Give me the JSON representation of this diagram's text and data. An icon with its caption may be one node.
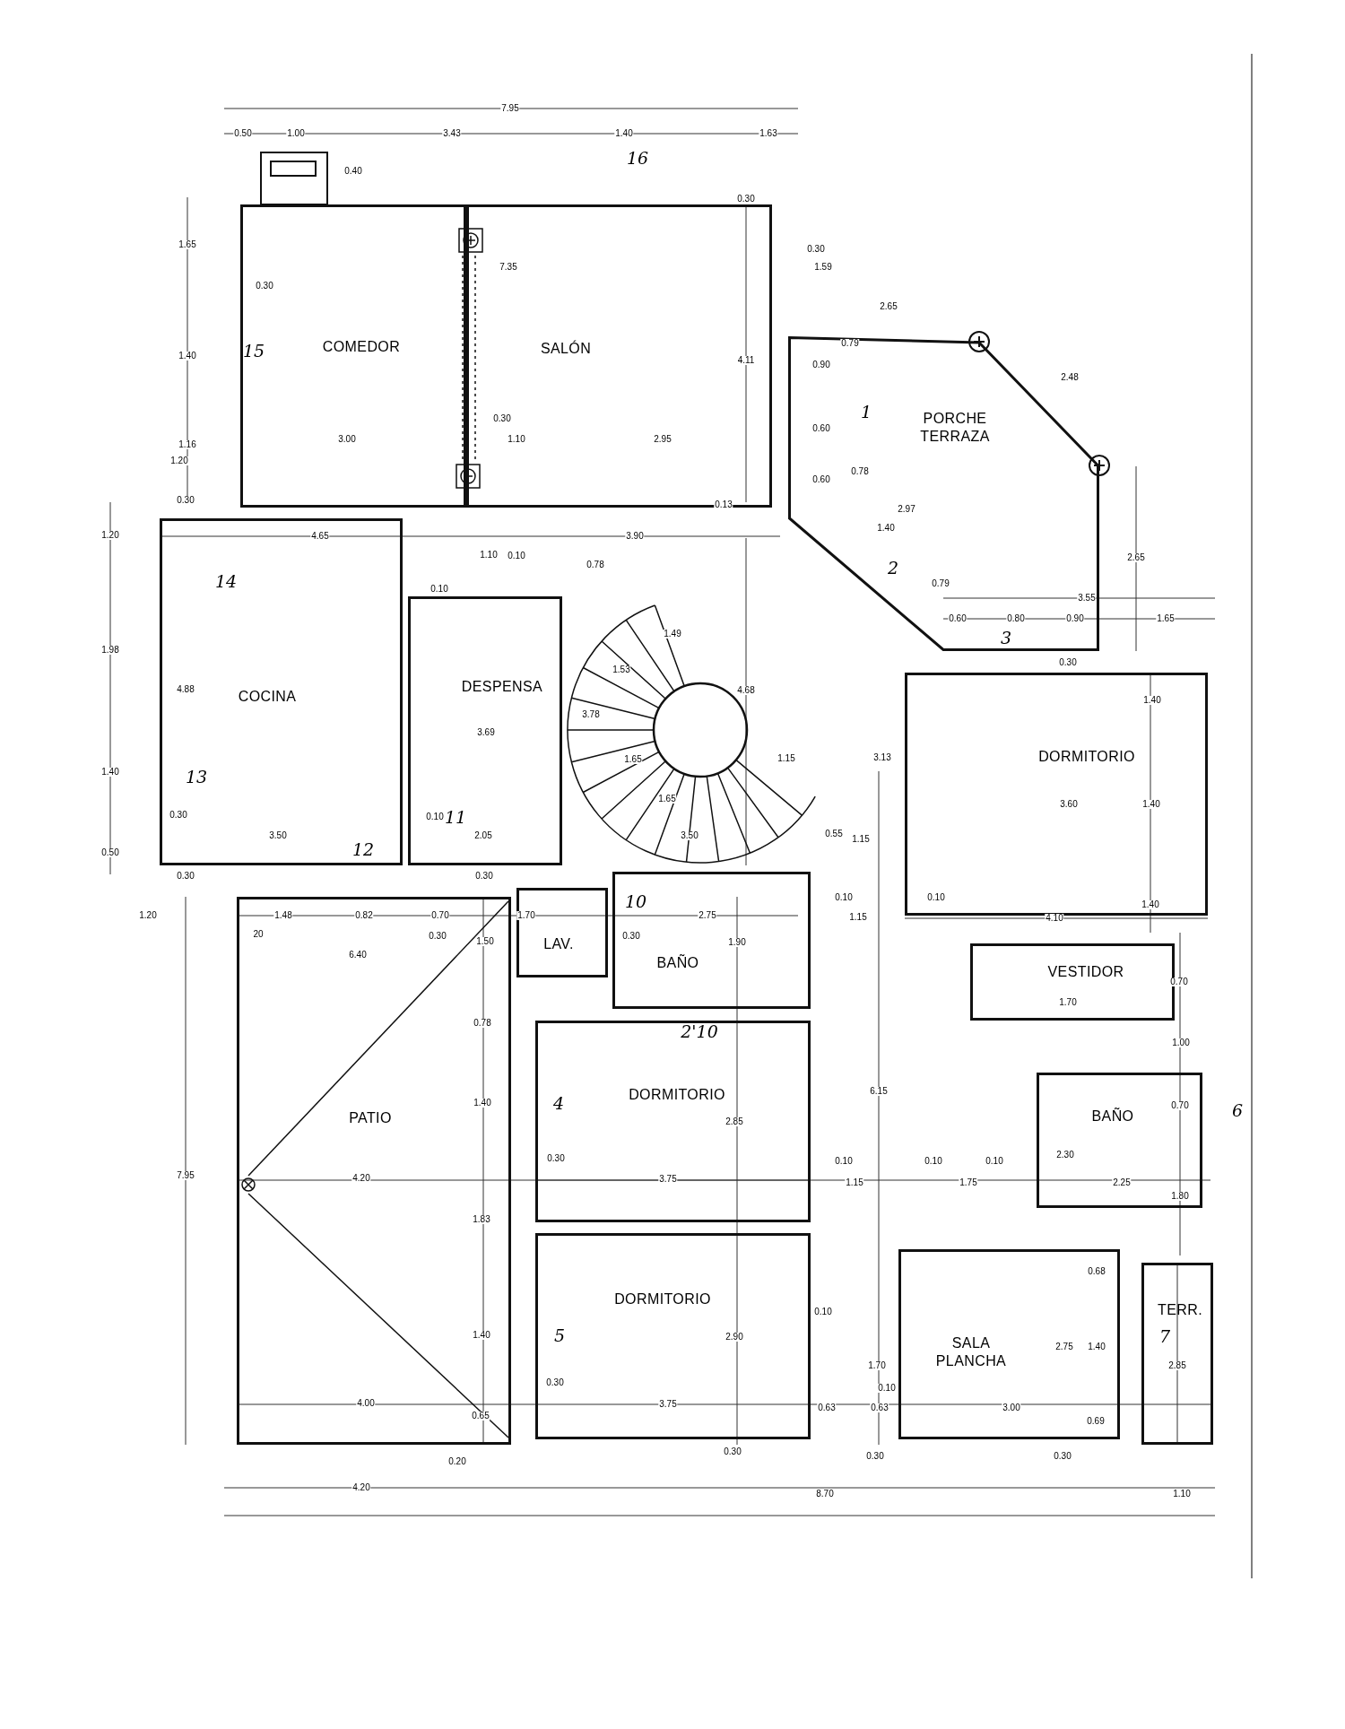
{
  "diagram": {
    "nodes": [
      {
        "text": [
          "COMEDOR"
        ]
      },
      {
        "text": [
          "SALÓN"
        ]
      },
      {
        "text": [
          "PORCHE TERRAZA"
        ]
      },
      {
        "text": [
          "COCINA"
        ]
      },
      {
        "text": [
          "DESPENSA"
        ]
      },
      {
        "text": [
          "DORMITORIO"
        ]
      },
      {
        "text": [
          "LAV."
        ]
      },
      {
        "text": [
          "BAÑO"
        ]
      },
      {
        "text": [
          "VESTIDOR"
        ]
      },
      {
        "text": [
          "DORMITORIO"
        ]
      },
      {
        "text": [
          "PATIO"
        ]
      },
      {
        "text": [
          "BAÑO"
        ]
      },
      {
        "text": [
          "DORMITORIO"
        ]
      },
      {
        "text": [
          "TERR."
        ]
      },
      {
        "text": [
          "SALA PLANCHA"
        ]
      }
    ],
    "labels": [
      "7.95",
      "0.50",
      "1.00",
      "3.43",
      "1.40",
      "1.63",
      "16",
      "0.40",
      "0.30",
      "1.65",
      "0.30",
      "7.35",
      "1.59",
      "0.30",
      "2.65",
      "0.79",
      "15",
      "1.40",
      "4.11",
      "0.90",
      "2.48",
      "1",
      "0.30",
      "0.60",
      "1.16",
      "1.20",
      "3.00",
      "1.10",
      "2.95",
      "0.78",
      "0.60",
      "0.13",
      "0.30",
      "2.97",
      "1.40",
      "1.20",
      "4.65",
      "3.90",
      "1.10",
      "0.10",
      "2.65",
      "0.78",
      "2",
      "14",
      "0.79",
      "0.10",
      "3.55",
      "0.60",
      "0.80",
      "0.90",
      "1.65",
      "1.49",
      "3",
      "1.98",
      "0.30",
      "1.53",
      "4.88",
      "4.68",
      "1.40",
      "3.78",
      "3.69",
      "1.65",
      "1.15",
      "3.13",
      "1.40",
      "13",
      "1.65",
      "3.60",
      "1.40",
      "0.30",
      "0.10",
      "11",
      "0.55",
      "1.15",
      "3.50",
      "2.05",
      "3.50",
      "12",
      "0.50",
      "0.30",
      "0.30",
      "0.10",
      "0.10",
      "10",
      "1.40",
      "1.20",
      "1.48",
      "0.82",
      "0.70",
      "1.70",
      "2.75",
      "1.15",
      "4.10",
      "20",
      "0.30",
      "1.50",
      "0.30",
      "1.90",
      "6.40",
      "0.70",
      "1.70",
      "2'10",
      "0.78",
      "1.00",
      "4",
      "1.40",
      "0.70",
      "6",
      "6.15",
      "2.85",
      "2.30",
      "0.30",
      "0.10",
      "0.10",
      "0.10",
      "7.95",
      "4.20",
      "3.75",
      "1.15",
      "1.75",
      "2.25",
      "1.80",
      "1.83",
      "0.68",
      "0.10",
      "5",
      "1.40",
      "2.90",
      "7",
      "2.75",
      "1.40",
      "1.70",
      "2.85",
      "0.30",
      "0.10",
      "4.00",
      "3.75",
      "0.63",
      "0.63",
      "3.00",
      "0.65",
      "0.69",
      "0.30",
      "0.30",
      "0.30",
      "0.20",
      "4.20",
      "8.70",
      "1.10"
    ]
  }
}
